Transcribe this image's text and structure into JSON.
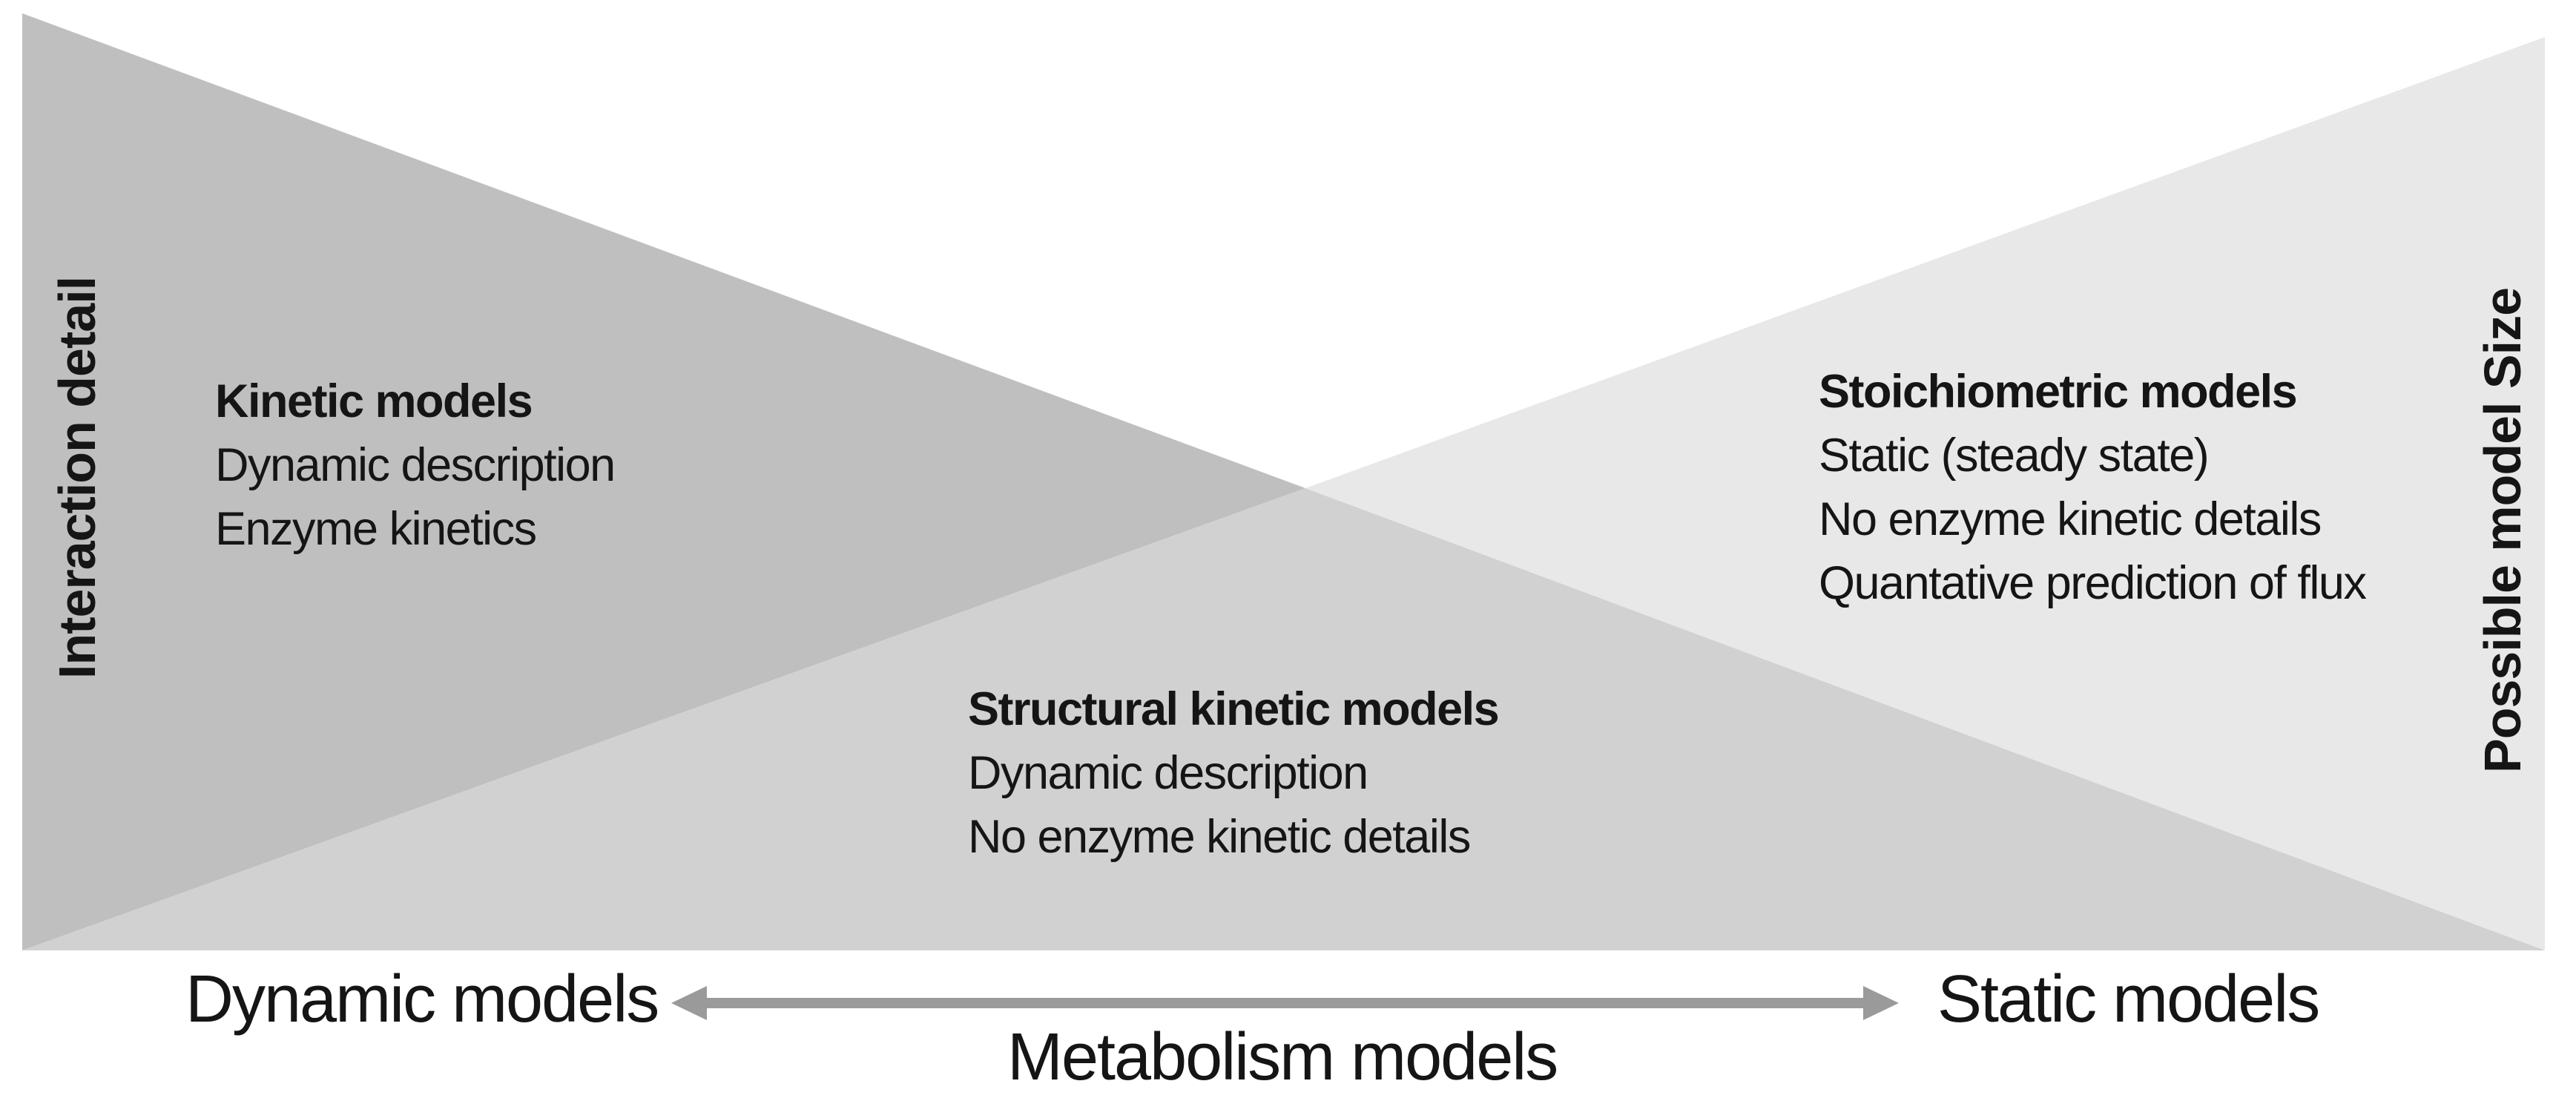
{
  "colors": {
    "kinetic_region": "#bfbfbf",
    "structural_region": "#d1d1d1",
    "stoichiometric_region": "#e8e8e8",
    "arrow": "#9a9a9a",
    "text": "#151515"
  },
  "axes": {
    "left_label": "Interaction detail",
    "right_label": "Possible model Size"
  },
  "regions": {
    "kinetic": {
      "title": "Kinetic models",
      "lines": [
        "Dynamic description",
        "Enzyme kinetics"
      ]
    },
    "structural": {
      "title": "Structural kinetic models",
      "lines": [
        "Dynamic description",
        "No enzyme kinetic details"
      ]
    },
    "stoichiometric": {
      "title": "Stoichiometric models",
      "lines": [
        "Static (steady state)",
        "No enzyme kinetic details",
        "Quantative prediction of flux"
      ]
    }
  },
  "spectrum": {
    "left_end": "Dynamic models",
    "right_end": "Static models",
    "center_label": "Metabolism models"
  }
}
